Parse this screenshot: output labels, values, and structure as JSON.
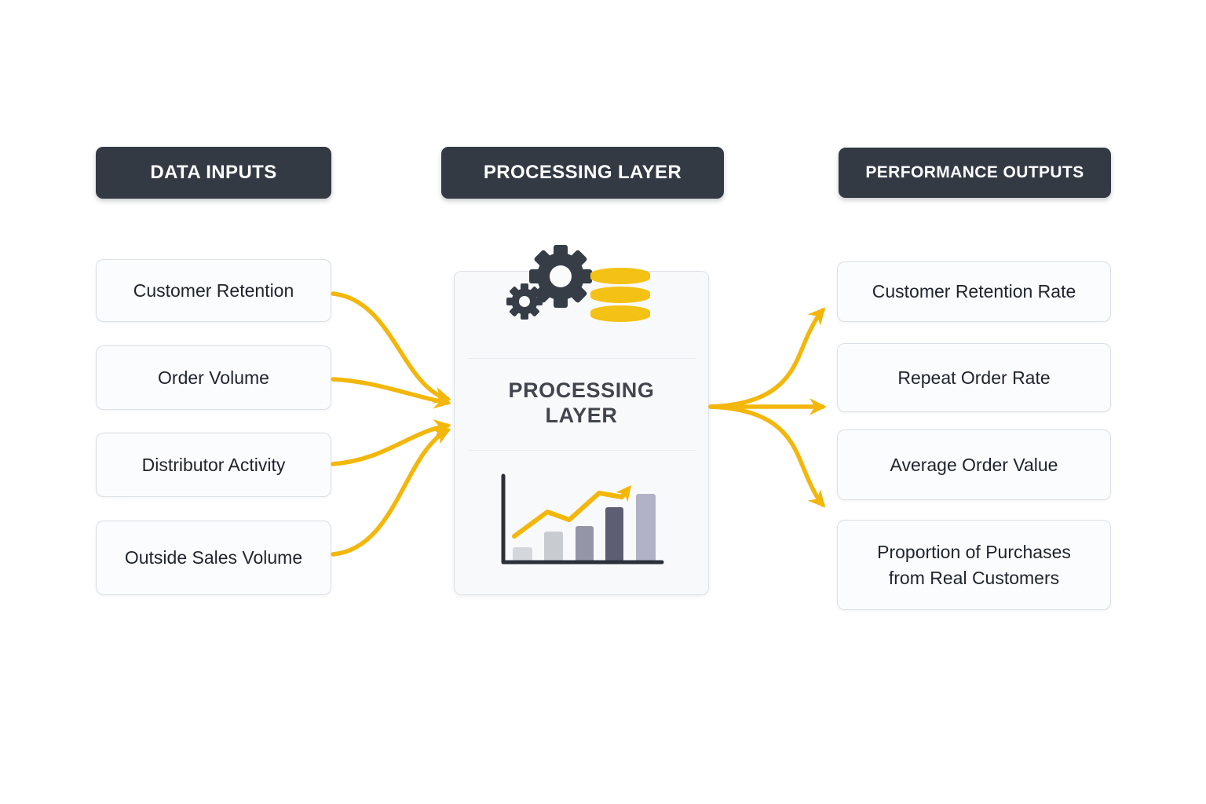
{
  "inputs": {
    "header": "DATA INPUTS",
    "items": [
      "Customer Retention",
      "Order Volume",
      "Distributor Activity",
      "Outside Sales Volume"
    ]
  },
  "processing": {
    "header": "PROCESSING LAYER",
    "panel_title": "PROCESSING LAYER",
    "icons": [
      "gear-icon",
      "small-gear-icon",
      "database-icon",
      "growth-chart-icon"
    ]
  },
  "outputs": {
    "header": "PERFORMANCE OUTPUTS",
    "items": [
      "Customer Retention Rate",
      "Repeat Order Rate",
      "Average Order Value",
      "Proportion of Purchases from Real Customers"
    ]
  },
  "colors": {
    "header_bg": "#333A44",
    "header_text": "#FFFFFF",
    "box_bg": "#FBFCFD",
    "box_border": "#DBE0E6",
    "box_text": "#1E242D",
    "panel_bg": "#F8F9FA",
    "panel_title": "#41464E",
    "arrow": "#F3B70B",
    "gear": "#363D47",
    "database": "#F4C115",
    "chart_axis": "#2B303A",
    "chart_bars": [
      "#D4D7DB",
      "#C8CCD2",
      "#9495A6",
      "#5D5E74",
      "#B1B2C7"
    ]
  },
  "mini_chart": {
    "type": "bar",
    "bar_heights_relative": [
      19,
      39,
      46,
      70,
      87
    ],
    "trend_line": "rising with arrowhead",
    "labels_visible": false
  }
}
